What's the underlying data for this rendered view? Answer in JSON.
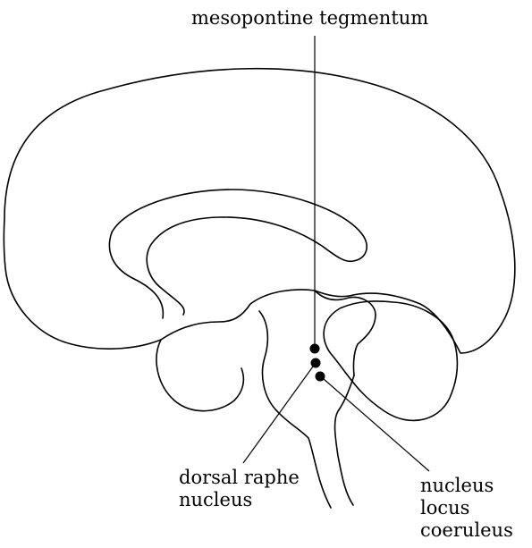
{
  "labels": {
    "mesopontine": "mesopontine tegmentum",
    "dorsal_raphe": [
      "dorsal raphe",
      "nucleus"
    ],
    "locus_coeruleus": [
      "nucleus",
      "locus",
      "coeruleus"
    ]
  },
  "colors": {
    "ink": "#000000",
    "background": "#ffffff"
  }
}
